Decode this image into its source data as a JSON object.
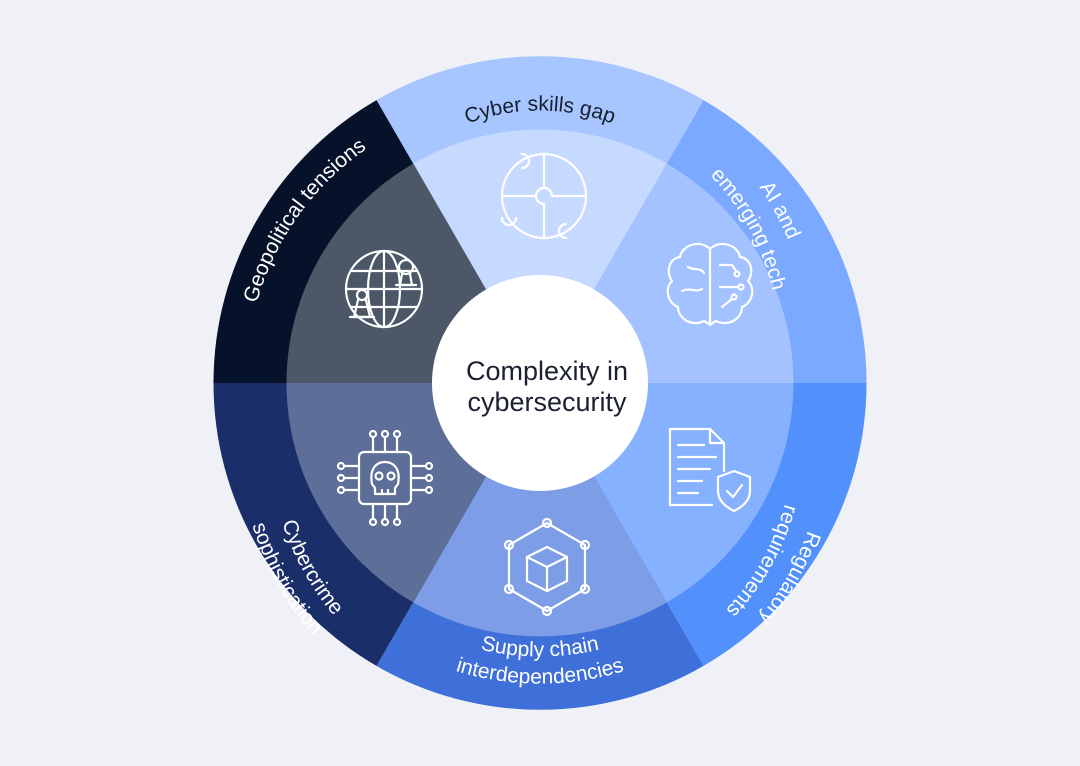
{
  "center": {
    "line1": "Complexity in",
    "line2": "cybersecurity"
  },
  "segments": [
    {
      "id": "skills",
      "label_lines": [
        "Cyber skills gap"
      ],
      "icon": "puzzle-icon",
      "outer_color": "#a7c6ff",
      "inner_color": "#c6daff",
      "text_color": "#16202e"
    },
    {
      "id": "ai",
      "label_lines": [
        "AI and",
        "emerging tech"
      ],
      "icon": "brain-icon",
      "outer_color": "#7aa9ff",
      "inner_color": "#a3c2ff",
      "text_color": "#ffffff"
    },
    {
      "id": "regulatory",
      "label_lines": [
        "Regulatory",
        "requirements"
      ],
      "icon": "document-shield-icon",
      "outer_color": "#5291fc",
      "inner_color": "#86b1fe",
      "text_color": "#ffffff"
    },
    {
      "id": "supply",
      "label_lines": [
        "Supply chain",
        "interdependencies"
      ],
      "icon": "package-network-icon",
      "outer_color": "#3f6fd8",
      "inner_color": "#7d9ee6",
      "text_color": "#ffffff"
    },
    {
      "id": "cybercrime",
      "label_lines": [
        "Cybercrime",
        "sophistication"
      ],
      "icon": "skull-chip-icon",
      "outer_color": "#1a2f6a",
      "inner_color": "#5d6f98",
      "text_color": "#ffffff"
    },
    {
      "id": "geopolitical",
      "label_lines": [
        "Geopolitical tensions"
      ],
      "icon": "globe-chess-icon",
      "outer_color": "#06112a",
      "inner_color": "#4c5768",
      "text_color": "#ffffff"
    }
  ]
}
